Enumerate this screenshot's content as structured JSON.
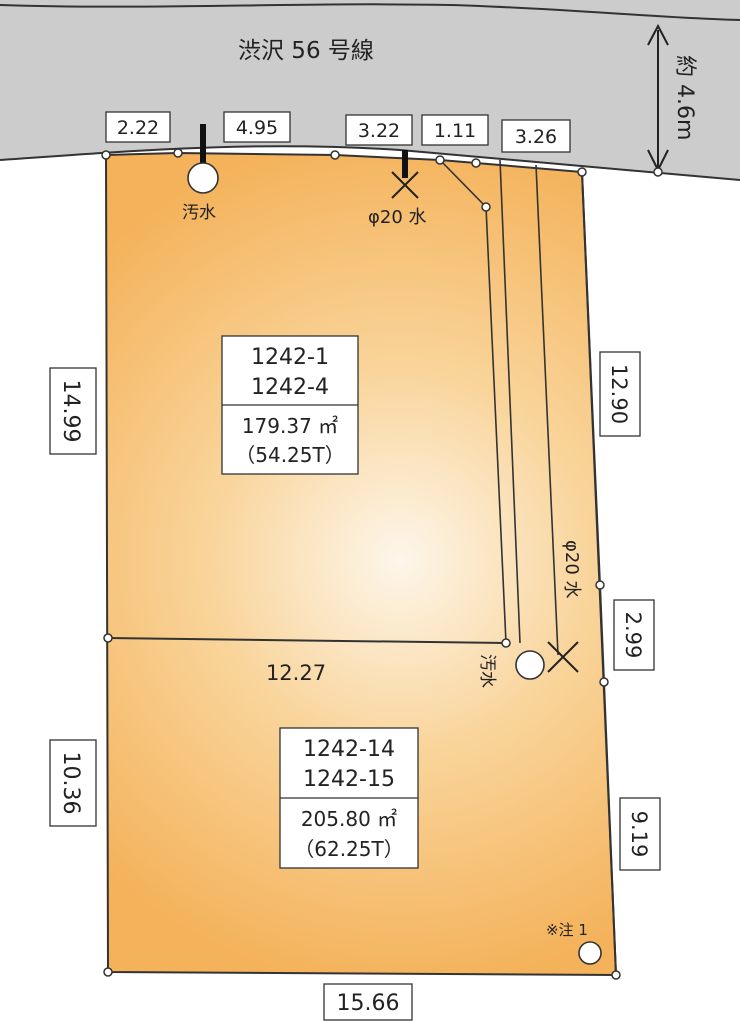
{
  "road": {
    "name": "渋沢 56 号線",
    "width_label": "約 4.6m"
  },
  "lots": [
    {
      "numbers": [
        "1242-1",
        "1242-4"
      ],
      "area": "179.37 ㎡",
      "tsubo": "（54.25T）"
    },
    {
      "numbers": [
        "1242-14",
        "1242-15"
      ],
      "area": "205.80 ㎡",
      "tsubo": "（62.25T）"
    }
  ],
  "dimensions": {
    "top_a": "2.22",
    "top_b": "4.95",
    "top_c": "3.22",
    "top_d": "1.11",
    "top_e": "3.26",
    "left_upper": "14.99",
    "left_lower": "10.36",
    "divider": "12.27",
    "right_upper": "12.90",
    "right_mid": "2.99",
    "right_lower": "9.19",
    "bottom": "15.66"
  },
  "utilities": {
    "sewer": "汚水",
    "water": "φ20 水"
  },
  "note": "※注 1",
  "colors": {
    "lot_fill_center": "#fdf6ea",
    "lot_fill_edge": "#f5b860",
    "road_fill": "#cccccc",
    "line": "#333333"
  }
}
